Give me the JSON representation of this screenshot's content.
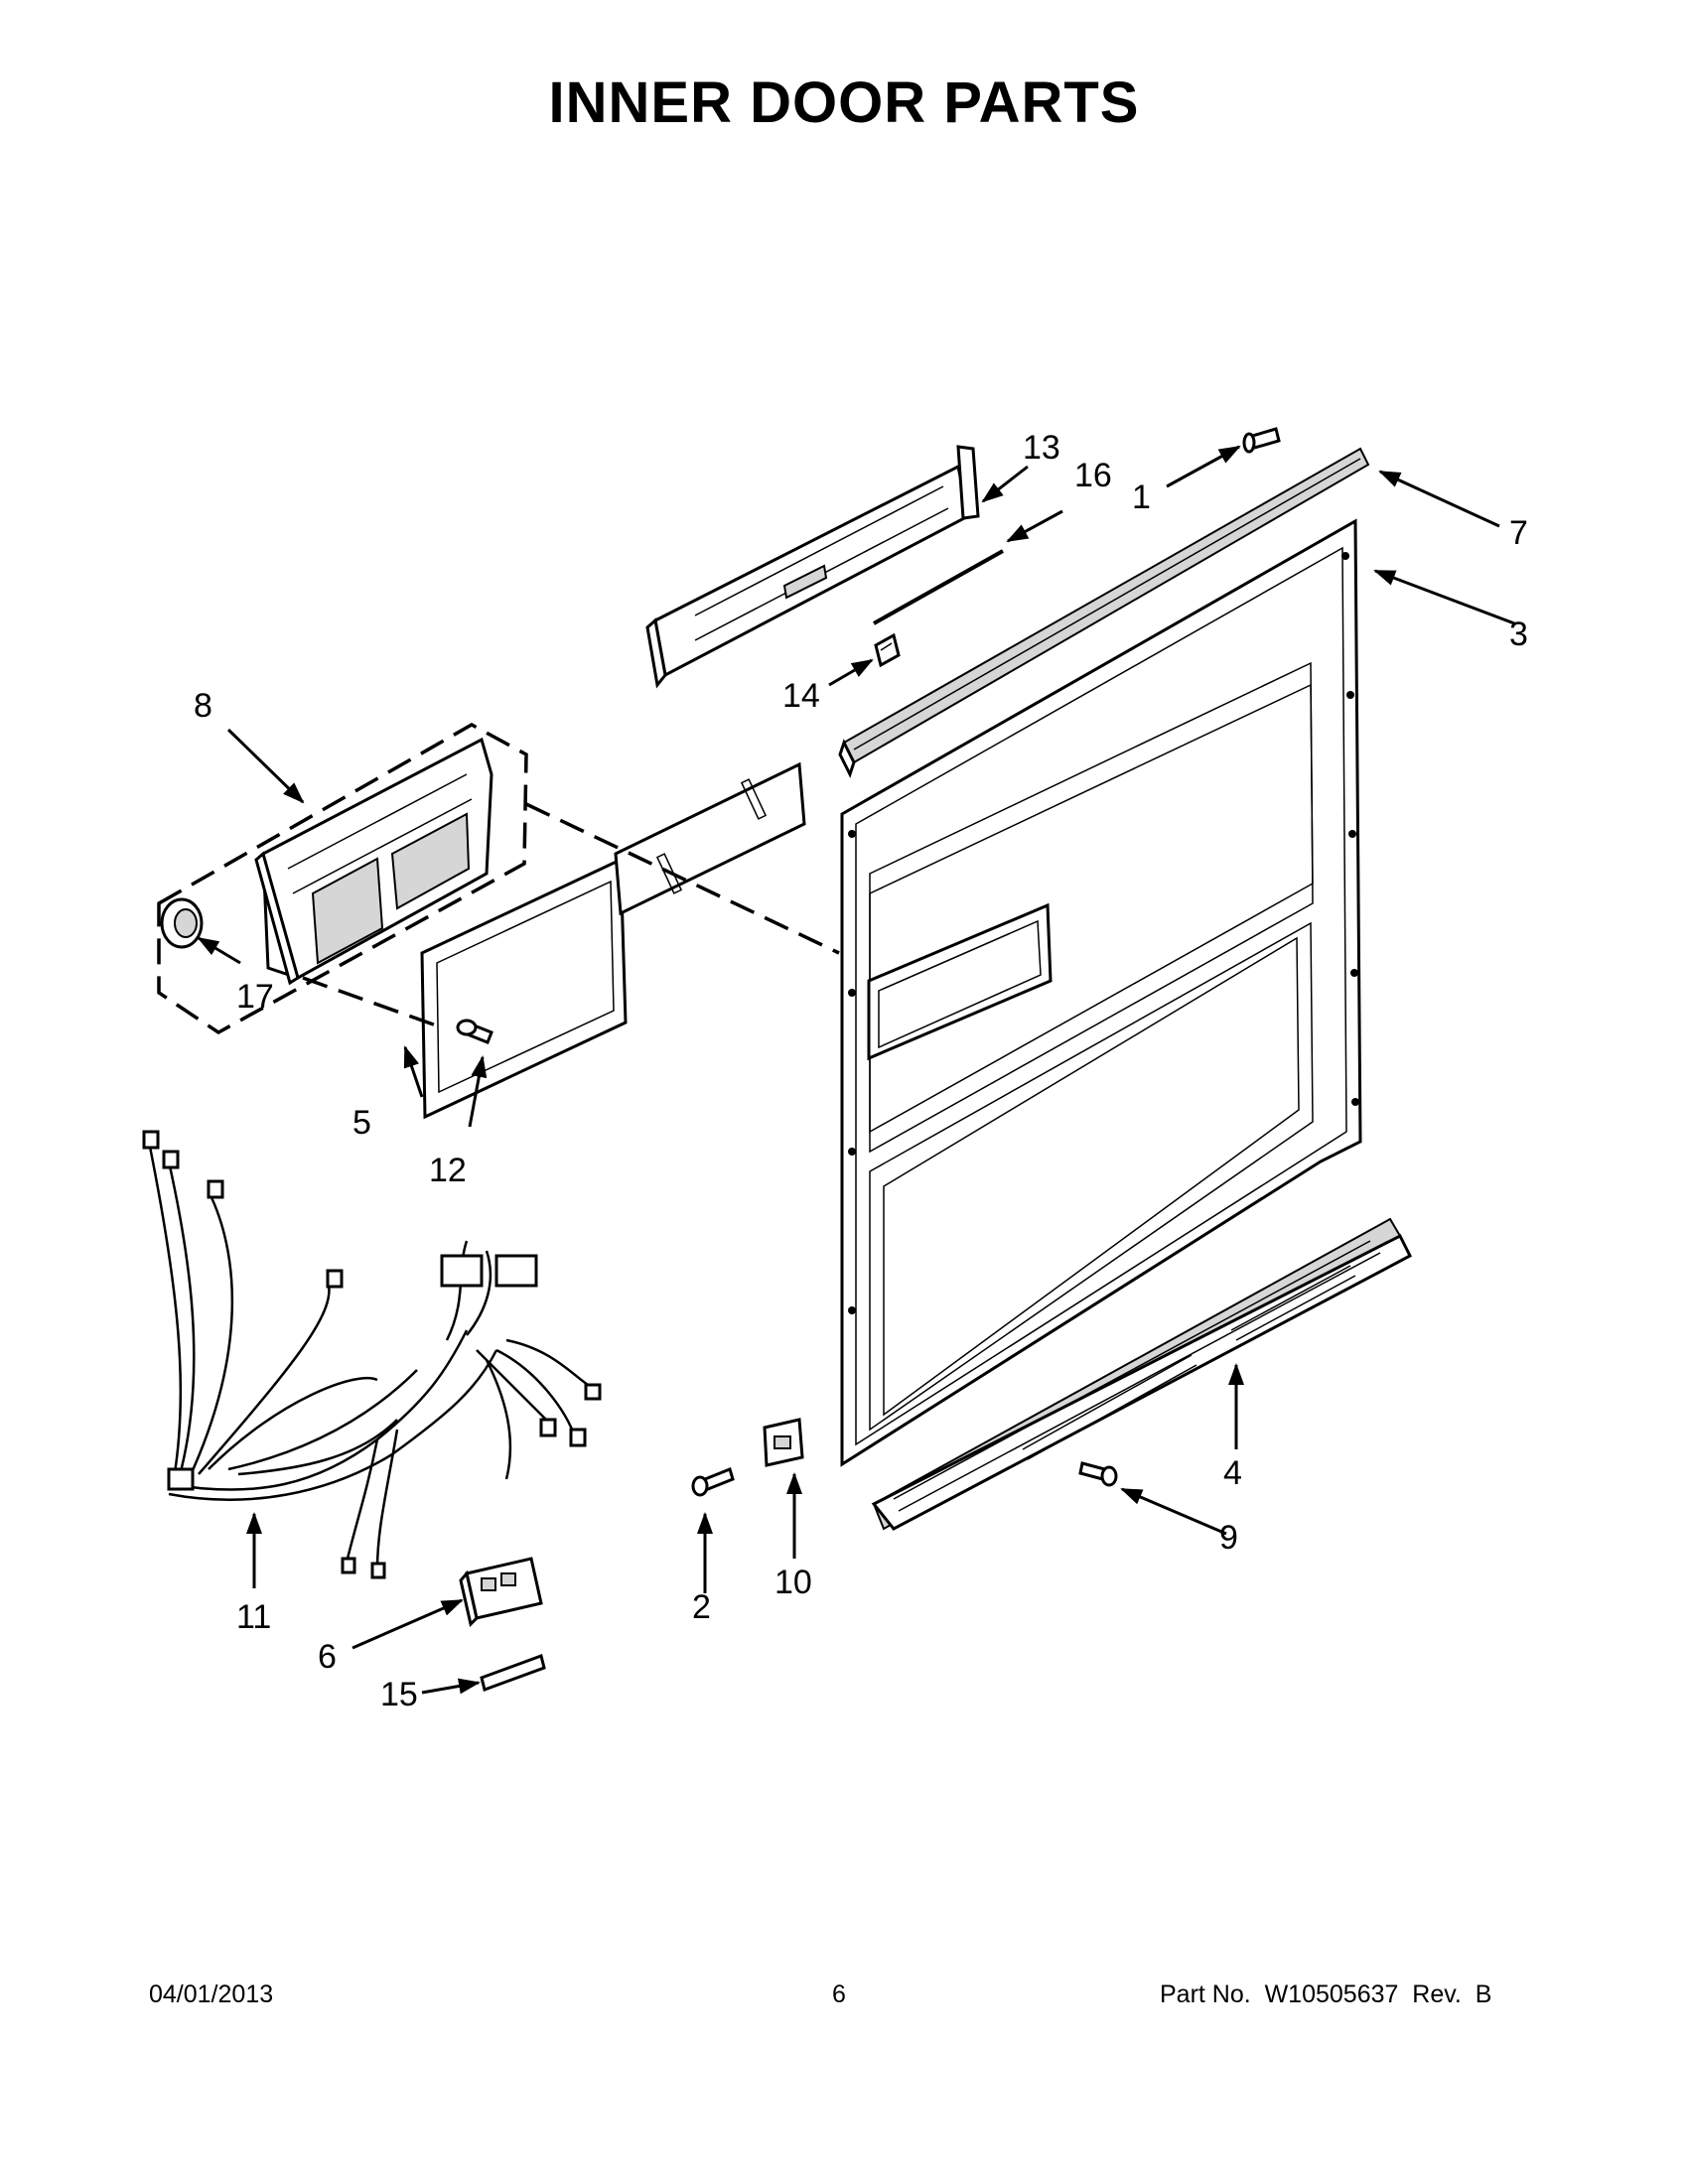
{
  "title": "INNER DOOR PARTS",
  "callouts": [
    {
      "id": "1",
      "label": "1"
    },
    {
      "id": "2",
      "label": "2"
    },
    {
      "id": "3",
      "label": "3"
    },
    {
      "id": "4",
      "label": "4"
    },
    {
      "id": "5",
      "label": "5"
    },
    {
      "id": "6",
      "label": "6"
    },
    {
      "id": "7",
      "label": "7"
    },
    {
      "id": "8",
      "label": "8"
    },
    {
      "id": "9",
      "label": "9"
    },
    {
      "id": "10",
      "label": "10"
    },
    {
      "id": "11",
      "label": "11"
    },
    {
      "id": "12",
      "label": "12"
    },
    {
      "id": "13",
      "label": "13"
    },
    {
      "id": "14",
      "label": "14"
    },
    {
      "id": "15",
      "label": "15"
    },
    {
      "id": "16",
      "label": "16"
    },
    {
      "id": "17",
      "label": "17"
    }
  ],
  "footer": {
    "date": "04/01/2013",
    "page": "6",
    "part_no": "Part No.  W10505637  Rev.  B"
  }
}
